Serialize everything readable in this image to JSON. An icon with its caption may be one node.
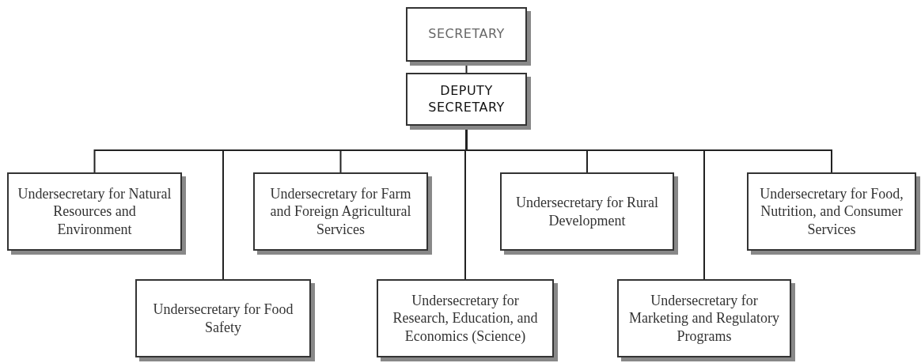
{
  "diagram": {
    "nodes": [
      {
        "text": [
          "SECRETARY"
        ]
      },
      {
        "text": [
          "DEPUTY SECRETARY"
        ]
      },
      {
        "text": [
          "Undersecretary for Natural Resources and Environment"
        ]
      },
      {
        "text": [
          "Undersecretary for Food Safety"
        ]
      },
      {
        "text": [
          "Undersecretary for Farm and Foreign Agricultural Services"
        ]
      },
      {
        "text": [
          "Undersecretary for Research, Education, and Economics (Science)"
        ]
      },
      {
        "text": [
          "Undersecretary for Rural Development"
        ]
      },
      {
        "text": [
          "Undersecretary for Marketing and Regulatory Programs"
        ]
      },
      {
        "text": [
          "Undersecretary for Food, Nutrition, and Consumer Services"
        ]
      }
    ],
    "edges": [
      {
        "from": 0,
        "to": 1,
        "arrow": "none"
      },
      {
        "from": 1,
        "to": 2,
        "arrow": "none"
      },
      {
        "from": 1,
        "to": 3,
        "arrow": "none"
      },
      {
        "from": 1,
        "to": 4,
        "arrow": "none"
      },
      {
        "from": 1,
        "to": 5,
        "arrow": "none"
      },
      {
        "from": 1,
        "to": 6,
        "arrow": "none"
      },
      {
        "from": 1,
        "to": 7,
        "arrow": "none"
      },
      {
        "from": 1,
        "to": 8,
        "arrow": "none"
      }
    ]
  }
}
